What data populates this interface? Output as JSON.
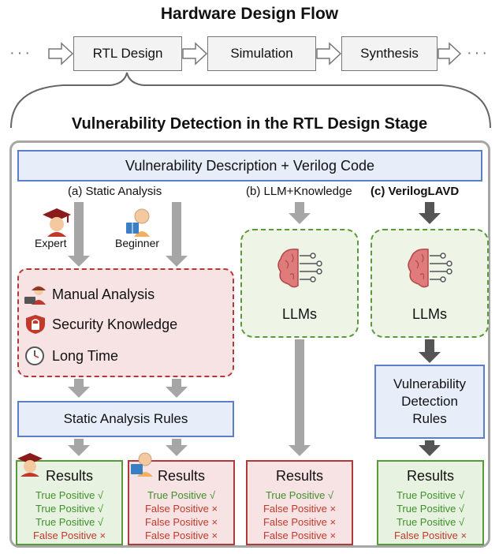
{
  "flow": {
    "title": "Hardware Design Flow",
    "stages": [
      "RTL Design",
      "Simulation",
      "Synthesis"
    ],
    "ellipsis": "···"
  },
  "detection": {
    "title": "Vulnerability Detection in the RTL Design Stage",
    "input_box": "Vulnerability Description + Verilog Code",
    "paths": {
      "a": "(a) Static Analysis",
      "b": "(b) LLM+Knowledge",
      "c": "(c) VerilogLAVD"
    },
    "people": {
      "expert": "Expert",
      "beginner": "Beginner"
    },
    "manual_items": [
      "Manual Analysis",
      "Security Knowledge",
      "Long Time"
    ],
    "llm_label": "LLMs",
    "static_rules": "Static Analysis Rules",
    "vuln_rules": "Vulnerability Detection Rules"
  },
  "results": {
    "title": "Results",
    "expert": [
      "True Positive √",
      "True Positive √",
      "True Positive √",
      "False Positive ×"
    ],
    "beginner": [
      "True Positive √",
      "False Positive ×",
      "False Positive ×",
      "False Positive ×"
    ],
    "llm_knowledge": [
      "True Positive √",
      "False Positive ×",
      "False Positive ×",
      "False Positive ×"
    ],
    "veriloglavd": [
      "True Positive √",
      "True Positive √",
      "True Positive √",
      "False Positive ×"
    ]
  },
  "colors": {
    "blue_box": "#e7eef9",
    "blue_border": "#5b7fc7",
    "red_box": "#f7e3e3",
    "red_border": "#b03a3a",
    "green_box": "#e8f2e0",
    "green_border": "#5a9a3c",
    "arrow_gray": "#a6a6a6",
    "arrow_dark": "#555555"
  }
}
